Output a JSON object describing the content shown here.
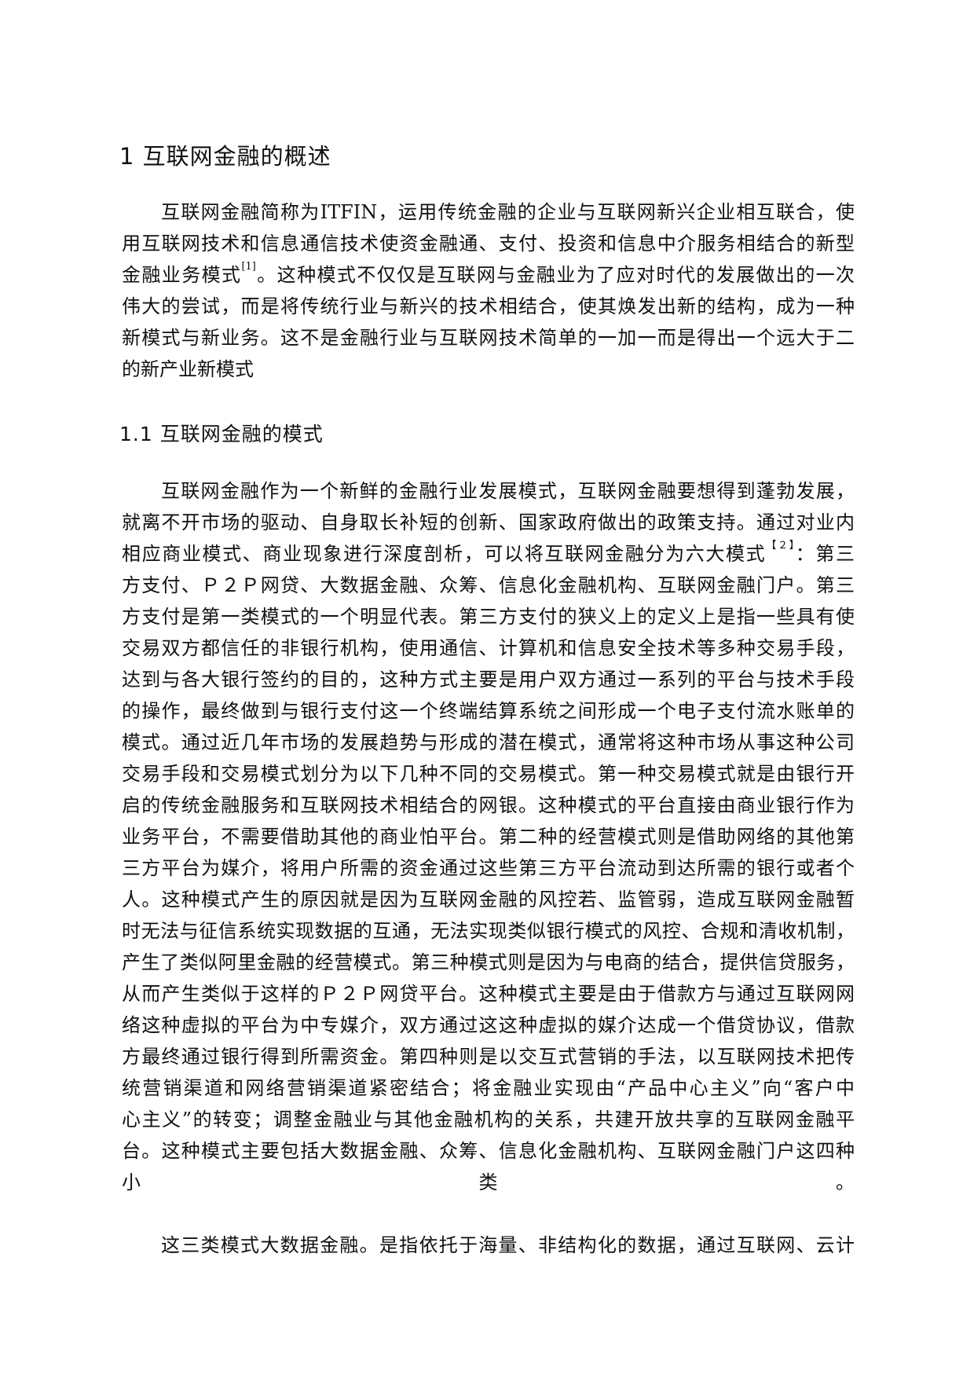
{
  "heading1": "1 互联网金融的概述",
  "paragraph1": {
    "lines": [
      "互联网金融简称为ITFIN，运用传统金融的企业与互联网新兴企业相互联合，使",
      "用互联网技术和信息通信技术使资金融通、支付、投资和信息中介服务相结合的新型",
      "金融业务模式",
      "。这种模式不仅仅是互联网与金融业为了应对时代的发展做出的一次",
      "伟大的尝试，而是将传统行业与新兴的技术相结合，使其焕发出新的结构，成为一种",
      "新模式与新业务。这不是金融行业与互联网技术简单的一加一而是得出一个远大于二",
      "的新产业新模式"
    ],
    "citation": "[1]"
  },
  "heading2": "1.1 互联网金融的模式",
  "paragraph2": {
    "lines": [
      "互联网金融作为一个新鲜的金融行业发展模式，互联网金融要想得到蓬勃发展，",
      "就离不开市场的驱动、自身取长补短的创新、国家政府做出的政策支持。通过对业内",
      "相应商业模式、商业现象进行深度剖析，可以将互联网金融分为六大模式",
      "：第三",
      "方支付、Ｐ２Ｐ网贷、大数据金融、众筹、信息化金融机构、互联网金融门户。第三",
      "方支付是第一类模式的一个明显代表。第三方支付的狭义上的定义上是指一些具有使",
      "交易双方都信任的非银行机构，使用通信、计算机和信息安全技术等多种交易手段，",
      "达到与各大银行签约的目的，这种方式主要是用户双方通过一系列的平台与技术手段",
      "的操作，最终做到与银行支付这一个终端结算系统之间形成一个电子支付流水账单的",
      "模式。通过近几年市场的发展趋势与形成的潜在模式，通常将这种市场从事这种公司",
      "交易手段和交易模式划分为以下几种不同的交易模式。第一种交易模式就是由银行开",
      "启的传统金融服务和互联网技术相结合的网银。这种模式的平台直接由商业银行作为",
      "业务平台，不需要借助其他的商业怕平台。第二种的经营模式则是借助网络的其他第",
      "三方平台为媒介，将用户所需的资金通过这些第三方平台流动到达所需的银行或者个",
      "人。这种模式产生的原因就是因为互联网金融的风控若、监管弱，造成互联网金融暂",
      "时无法与征信系统实现数据的互通，无法实现类似银行模式的风控、合规和清收机制，",
      "产生了类似阿里金融的经营模式。第三种模式则是因为与电商的结合，提供信贷服务，",
      "从而产生类似于这样的Ｐ２Ｐ网贷平台。这种模式主要是由于借款方与通过互联网网",
      "络这种虚拟的平台为中专媒介，双方通过这这种虚拟的媒介达成一个借贷协议，借款",
      "方最终通过银行得到所需资金。第四种则是以交互式营销的手法，以互联网技术把传",
      "统营销渠道和网络营销渠道紧密结合；将金融业实现由“产品中心主义”向“客户中",
      "心主义”的转变；调整金融业与其他金融机构的关系，共建开放共享的互联网金融平",
      "台。这种模式主要包括大数据金融、众筹、信息化金融机构、互联网金融门户这四种",
      "小类。"
    ],
    "citation": "【２】"
  },
  "paragraph3": {
    "lines": [
      "这三类模式大数据金融。是指依托于海量、非结构化的数据，通过互联网、云计"
    ]
  }
}
